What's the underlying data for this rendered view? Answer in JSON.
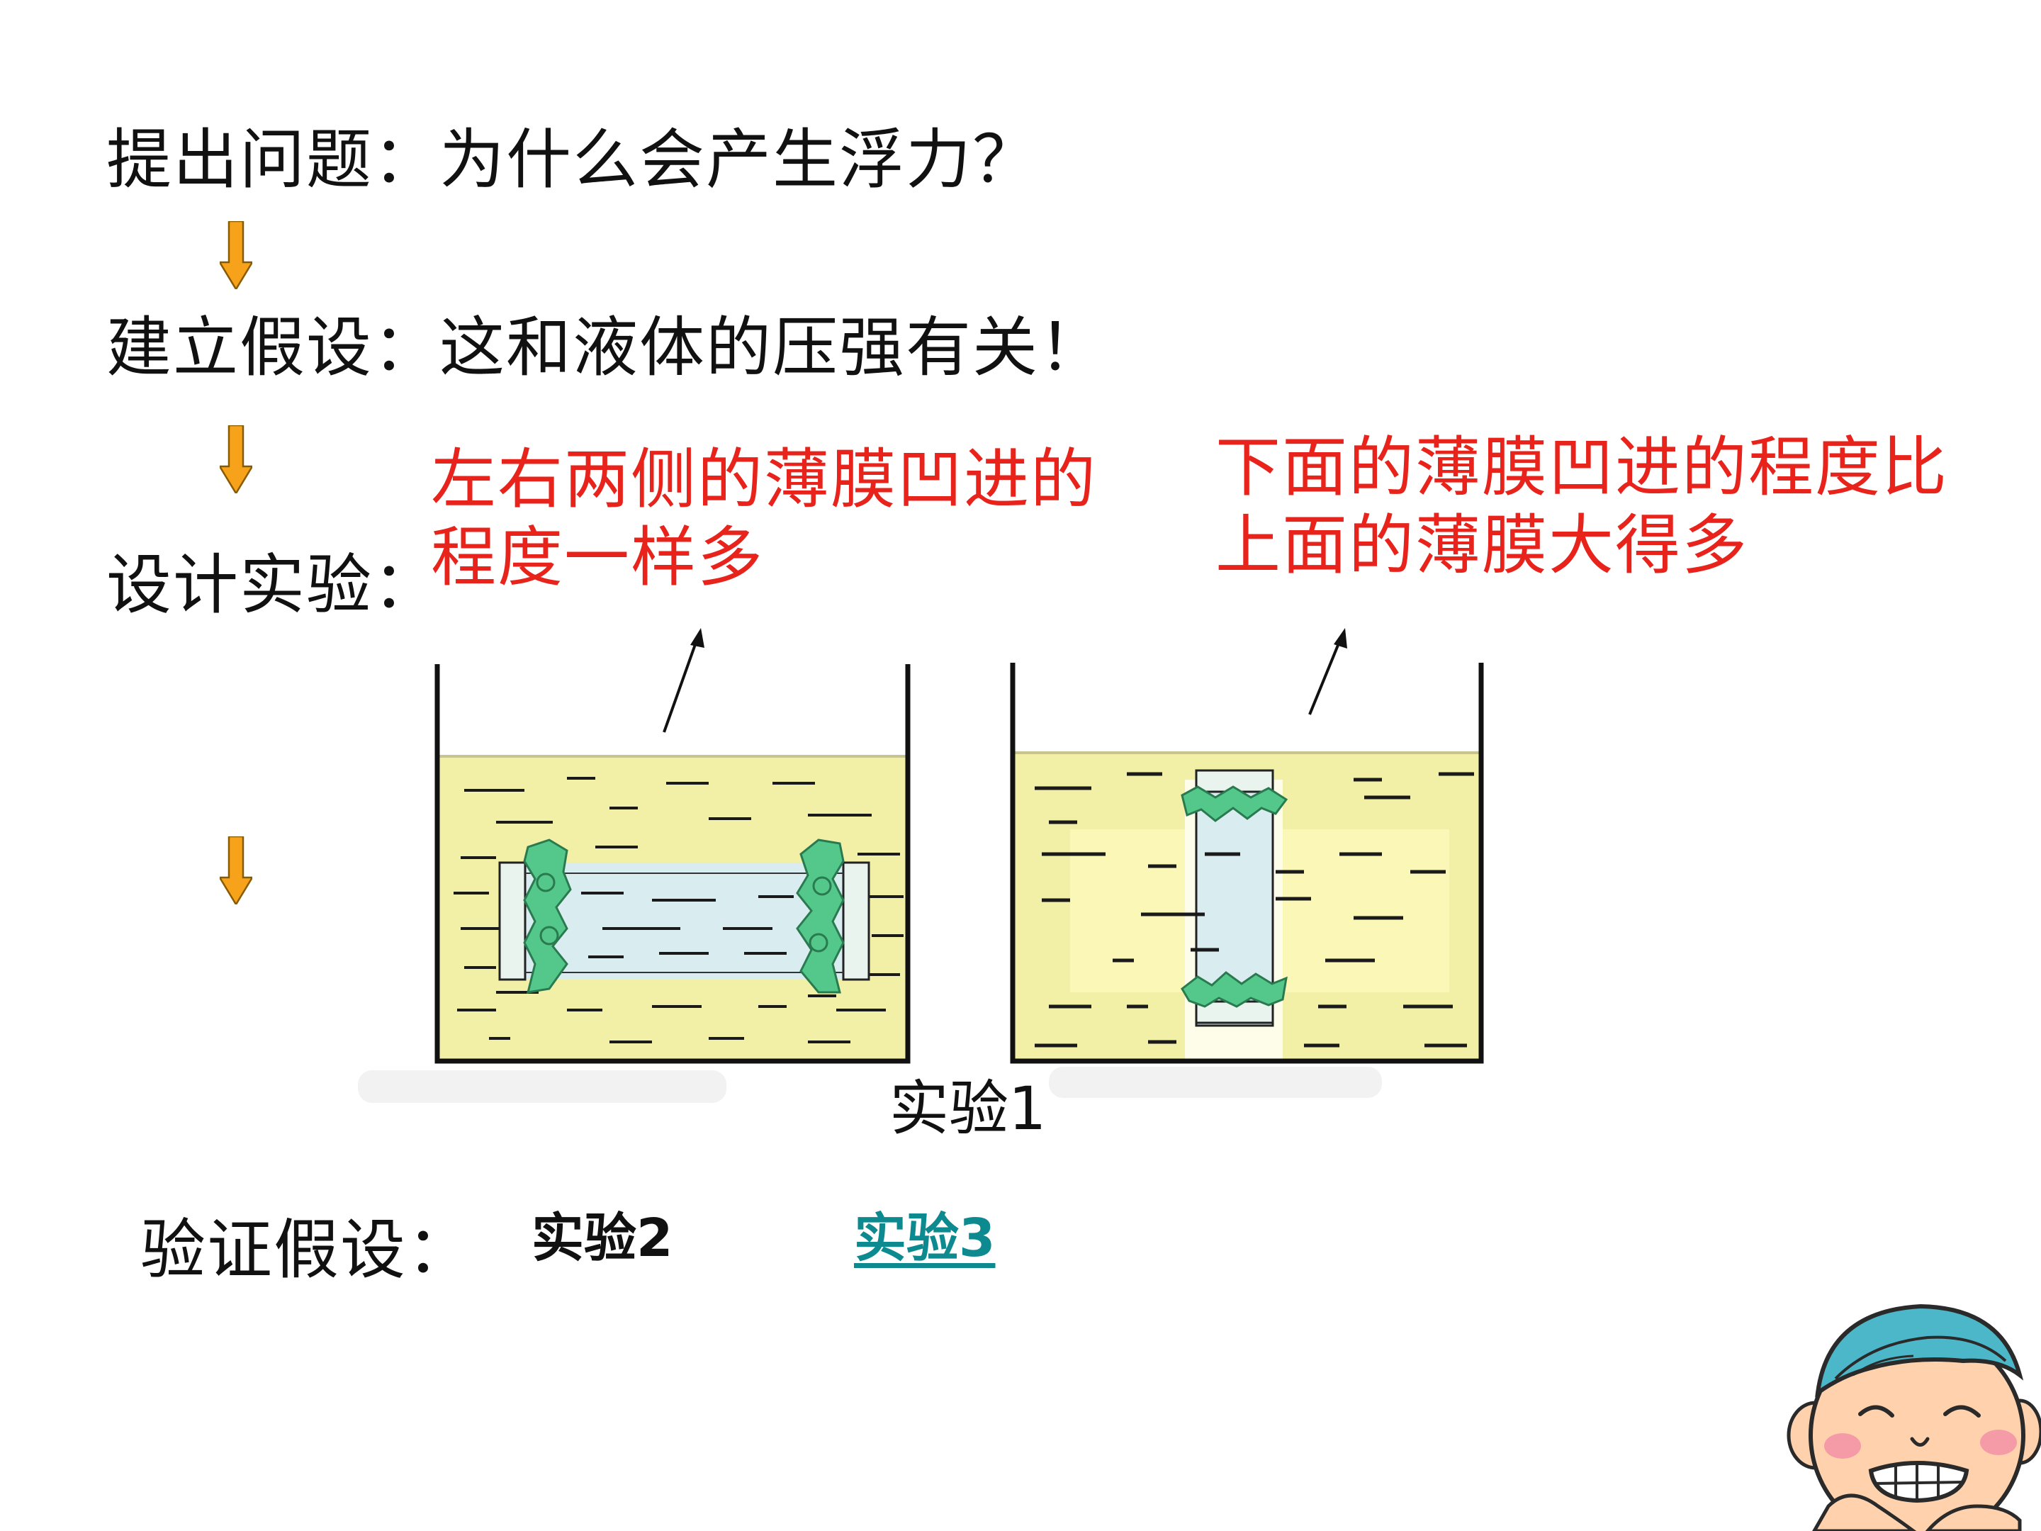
{
  "steps": {
    "question": "提出问题：为什么会产生浮力？",
    "hypothesis": "建立假设：这和液体的压强有关！",
    "design": "设计实验：",
    "verify": "验证假设："
  },
  "notes": {
    "left_line1": "左右两侧的薄膜凹进的",
    "left_line2": "程度一样多",
    "right_line1": "下面的薄膜凹进的程度比",
    "right_line2": "上面的薄膜大得多"
  },
  "experiments": {
    "exp1_caption": "实验1",
    "exp2_label": "实验2",
    "exp3_label": "实验3"
  },
  "colors": {
    "liquid": "#f1f0a6",
    "membrane": "#54c88a",
    "tube": "#d9ecf0",
    "arrow": "#f7a21b",
    "note_red": "#e8231b",
    "link_teal": "#0d8a8f"
  },
  "icons": [
    "down-arrow-icon",
    "cartoon-boy-face"
  ]
}
